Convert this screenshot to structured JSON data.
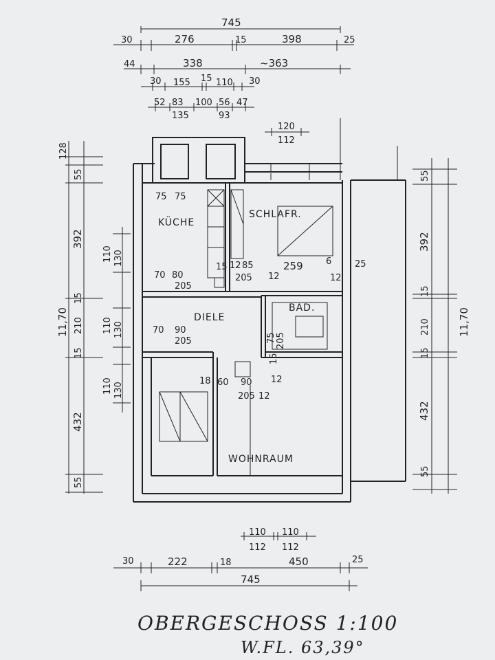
{
  "title": "OBERGESCHOSS 1:100",
  "area": "W.FL. 63,39°",
  "rooms": {
    "kueche": "KÜCHE",
    "schlafr": "SCHLAFR.",
    "diele": "DIELE",
    "bad": "BAD.",
    "wohnraum": "WOHNRAUM"
  },
  "top_dims": {
    "total": "745",
    "row1": [
      "30",
      "276",
      "15",
      "398",
      "25"
    ],
    "row2": [
      "44",
      "338",
      "~363"
    ],
    "row3": [
      "30",
      "155",
      "15",
      "110",
      "30"
    ],
    "row4": [
      "52",
      "83",
      "100",
      "56",
      "47"
    ],
    "row5": [
      "135",
      "93"
    ],
    "stair_a": "120",
    "stair_b": "112"
  },
  "bottom_dims": {
    "total": "745",
    "row1": [
      "30",
      "222",
      "18",
      "450",
      "25"
    ],
    "door_a": [
      "110",
      "110"
    ],
    "door_b": [
      "112",
      "112"
    ]
  },
  "left_dims": {
    "total": "11,70",
    "segments": [
      "128",
      "55",
      "392",
      "15",
      "210",
      "15",
      "432",
      "55"
    ],
    "windows": [
      "110",
      "130",
      "110",
      "130",
      "110",
      "130"
    ]
  },
  "right_dims": {
    "total": "11,70",
    "segments": [
      "55",
      "392",
      "15",
      "210",
      "15",
      "432",
      "55"
    ]
  },
  "inner_dims": {
    "kueche_door": [
      "75",
      "75"
    ],
    "kueche_win": [
      "70",
      "80",
      "205"
    ],
    "diele_win": [
      "70",
      "90",
      "205"
    ],
    "schlafr_door": [
      "15",
      "12",
      "85",
      "205",
      "12"
    ],
    "schlafr_width": "259",
    "schlafr_side": [
      "6",
      "12",
      "25"
    ],
    "bad_door": [
      "75",
      "205",
      "15"
    ],
    "wohn_door": [
      "18",
      "60",
      "90",
      "12",
      "205",
      "12"
    ]
  }
}
